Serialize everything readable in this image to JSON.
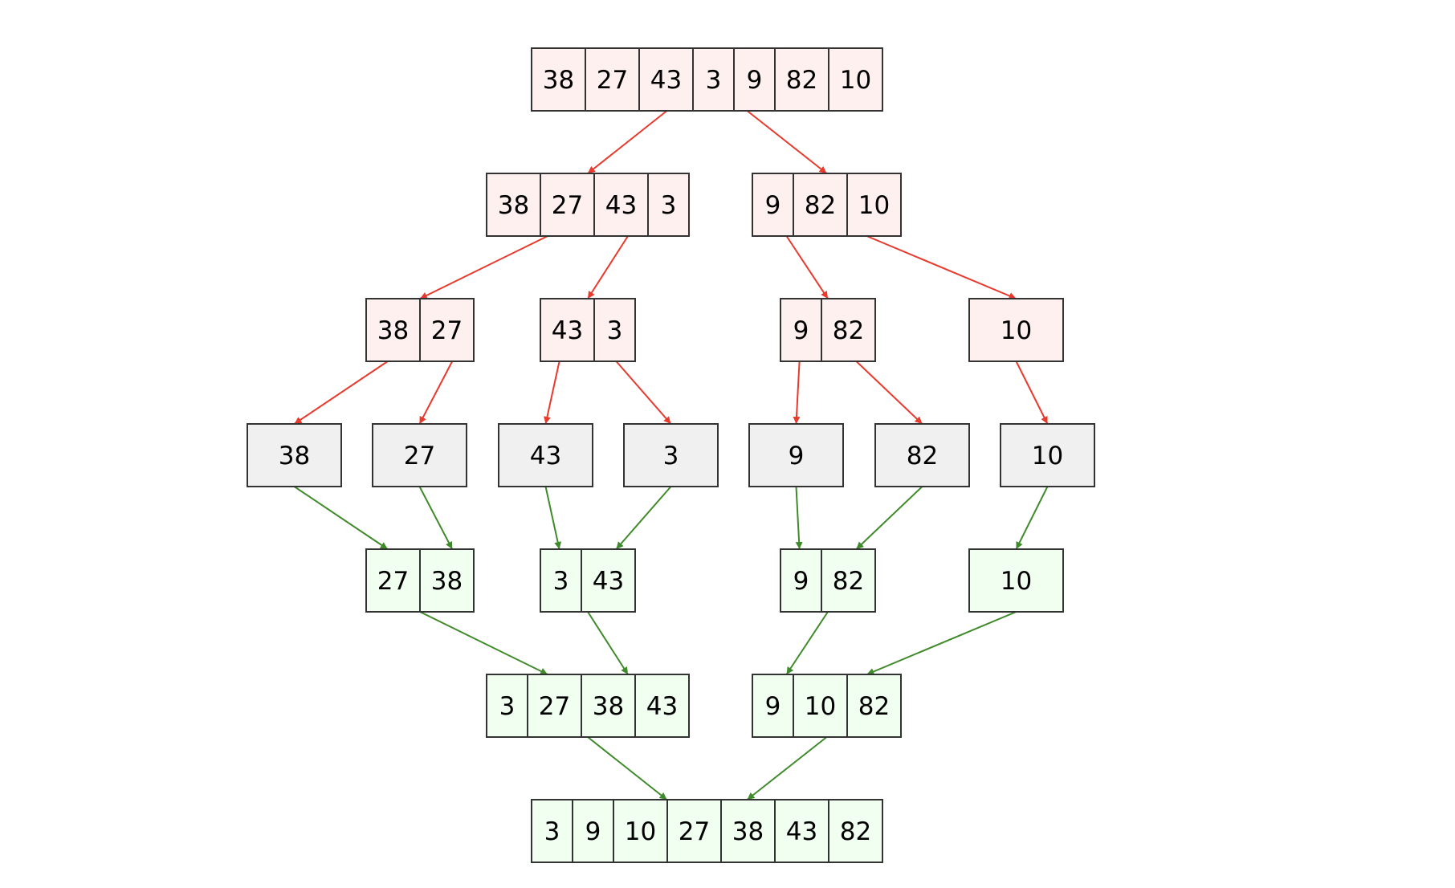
{
  "colors": {
    "split_fill": "#fff0f0",
    "leaf_fill": "#f0f0f0",
    "merge_fill": "#f0fff0",
    "split_edge": "#e8392c",
    "merge_edge": "#3f8a2a",
    "border": "#333333"
  },
  "nodes": [
    {
      "id": "n0",
      "kind": "split",
      "values": [
        "38",
        "27",
        "43",
        "3",
        "9",
        "82",
        "10"
      ]
    },
    {
      "id": "n1",
      "kind": "split",
      "values": [
        "38",
        "27",
        "43",
        "3"
      ]
    },
    {
      "id": "n2",
      "kind": "split",
      "values": [
        "9",
        "82",
        "10"
      ]
    },
    {
      "id": "n3",
      "kind": "split",
      "values": [
        "38",
        "27"
      ]
    },
    {
      "id": "n4",
      "kind": "split",
      "values": [
        "43",
        "3"
      ]
    },
    {
      "id": "n5",
      "kind": "split",
      "values": [
        "9",
        "82"
      ]
    },
    {
      "id": "n6",
      "kind": "split",
      "values": [
        "10"
      ]
    },
    {
      "id": "n7",
      "kind": "leaf",
      "values": [
        "38"
      ]
    },
    {
      "id": "n8",
      "kind": "leaf",
      "values": [
        "27"
      ]
    },
    {
      "id": "n9",
      "kind": "leaf",
      "values": [
        "43"
      ]
    },
    {
      "id": "n10",
      "kind": "leaf",
      "values": [
        "3"
      ]
    },
    {
      "id": "n11",
      "kind": "leaf",
      "values": [
        "9"
      ]
    },
    {
      "id": "n12",
      "kind": "leaf",
      "values": [
        "82"
      ]
    },
    {
      "id": "n13",
      "kind": "leaf",
      "values": [
        "10"
      ]
    },
    {
      "id": "n14",
      "kind": "merge",
      "values": [
        "27",
        "38"
      ]
    },
    {
      "id": "n15",
      "kind": "merge",
      "values": [
        "3",
        "43"
      ]
    },
    {
      "id": "n16",
      "kind": "merge",
      "values": [
        "9",
        "82"
      ]
    },
    {
      "id": "n17",
      "kind": "merge",
      "values": [
        "10"
      ]
    },
    {
      "id": "n18",
      "kind": "merge",
      "values": [
        "3",
        "27",
        "38",
        "43"
      ]
    },
    {
      "id": "n19",
      "kind": "merge",
      "values": [
        "9",
        "10",
        "82"
      ]
    },
    {
      "id": "n20",
      "kind": "merge",
      "values": [
        "3",
        "9",
        "10",
        "27",
        "38",
        "43",
        "82"
      ]
    }
  ],
  "edges": [
    {
      "from": "n0",
      "to": "n1",
      "kind": "split"
    },
    {
      "from": "n0",
      "to": "n2",
      "kind": "split"
    },
    {
      "from": "n1",
      "to": "n3",
      "kind": "split"
    },
    {
      "from": "n1",
      "to": "n4",
      "kind": "split"
    },
    {
      "from": "n2",
      "to": "n5",
      "kind": "split"
    },
    {
      "from": "n2",
      "to": "n6",
      "kind": "split"
    },
    {
      "from": "n3",
      "to": "n7",
      "kind": "split"
    },
    {
      "from": "n3",
      "to": "n8",
      "kind": "split"
    },
    {
      "from": "n4",
      "to": "n9",
      "kind": "split"
    },
    {
      "from": "n4",
      "to": "n10",
      "kind": "split"
    },
    {
      "from": "n5",
      "to": "n11",
      "kind": "split"
    },
    {
      "from": "n5",
      "to": "n12",
      "kind": "split"
    },
    {
      "from": "n6",
      "to": "n13",
      "kind": "split"
    },
    {
      "from": "n7",
      "to": "n14",
      "kind": "merge"
    },
    {
      "from": "n8",
      "to": "n14",
      "kind": "merge"
    },
    {
      "from": "n9",
      "to": "n15",
      "kind": "merge"
    },
    {
      "from": "n10",
      "to": "n15",
      "kind": "merge"
    },
    {
      "from": "n11",
      "to": "n16",
      "kind": "merge"
    },
    {
      "from": "n12",
      "to": "n16",
      "kind": "merge"
    },
    {
      "from": "n13",
      "to": "n17",
      "kind": "merge"
    },
    {
      "from": "n14",
      "to": "n18",
      "kind": "merge"
    },
    {
      "from": "n15",
      "to": "n18",
      "kind": "merge"
    },
    {
      "from": "n16",
      "to": "n19",
      "kind": "merge"
    },
    {
      "from": "n17",
      "to": "n19",
      "kind": "merge"
    },
    {
      "from": "n18",
      "to": "n20",
      "kind": "merge"
    },
    {
      "from": "n19",
      "to": "n20",
      "kind": "merge"
    }
  ]
}
